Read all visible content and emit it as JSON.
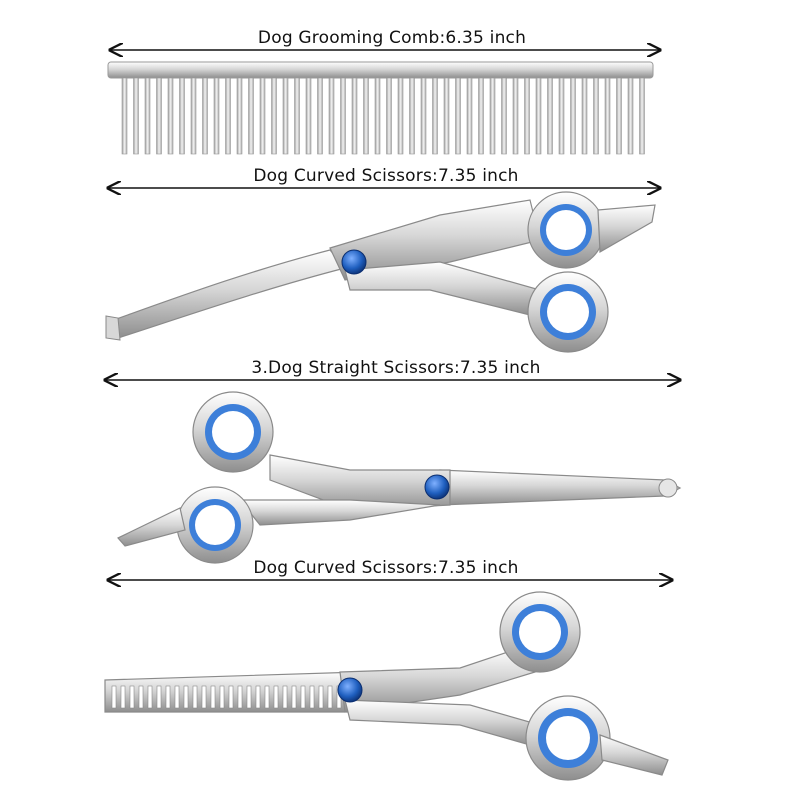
{
  "labels": {
    "comb": "Dog Grooming Comb:6.35 inch",
    "curved_top": "Dog Curved Scissors:7.35 inch",
    "straight": "3.Dog Straight Scissors:7.35 inch",
    "curved_bottom": "Dog Curved Scissors:7.35 inch"
  },
  "colors": {
    "ring_blue": "#3d7fd9",
    "steel_light": "#f2f2f2",
    "steel_dark": "#8a8a8a",
    "screw_blue": "#1f5fbf"
  }
}
